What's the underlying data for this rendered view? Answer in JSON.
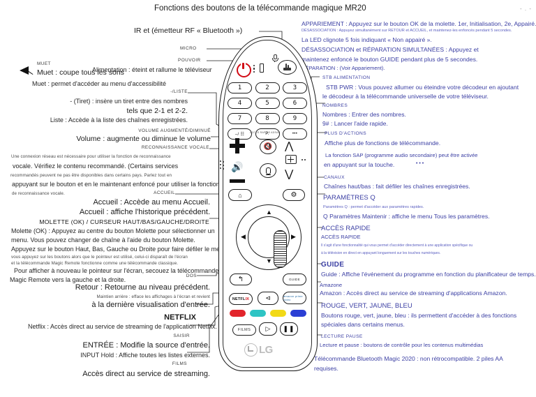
{
  "title": "Fonctions des boutons de la télécommande magique MR20",
  "corner_mark": "- . -",
  "left_column": {
    "ir_label": "IR et (émetteur RF « Bluetooth »)",
    "micro_label": "MICRO",
    "power_label": "POUVOIR",
    "power_desc": "Alimentation : éteint et rallume le téléviseur",
    "mute_cap": "MUET",
    "mute_line1": "Muet : coupe tous les sons",
    "mute_line2": "Muet : permet d'accéder au menu d'accessibilité",
    "dash_cap": "-/LISTE",
    "dash_line1": "- (Tiret) : insère un tiret entre des nombres",
    "dash_line2": "tels que 2-1 et 2-2.",
    "dash_line3": "Liste : Accède à la liste des chaînes enregistrées.",
    "vol_cap": "VOLUME AUGMENTÉ/DIMINUÉ",
    "vol_line": "Volume : augmente ou diminue le volume",
    "voice_cap": "RECONNAISSANCE VOCALE",
    "voice_p1": "Une connexion réseau est nécessaire pour utiliser la fonction de reconnaissance",
    "voice_p2": "vocale. Vérifiez le contenu recommandé. (Certains services",
    "voice_p3": "recommandés peuvent ne pas être disponibles dans certains pays. Parlez tout en",
    "voice_p4": "appuyant sur le bouton et en le maintenant enfoncé pour utiliser la fonction",
    "voice_p5": "de reconnaissance vocale.",
    "home_cap": "ACCUEIL",
    "home_line1": "Accueil : Accède au menu Accueil.",
    "home_line2": "Accueil : affiche l'historique précédent.",
    "wheel_cap": "MOLETTE (OK) / CURSEUR HAUT/BAS/GAUCHE/DROITE",
    "wheel_p1": "Molette (OK) : Appuyez au centre du bouton Molette pour sélectionner un",
    "wheel_p2": "menu. Vous pouvez changer de chaîne à l'aide du bouton Molette.",
    "wheel_p3": "Appuyez sur le bouton Haut, Bas, Gauche ou Droite pour faire défiler le menu. Si",
    "wheel_p4": "vous appuyez sur les boutons alors que le pointeur est utilisé, celui-ci disparaît de l'écran",
    "wheel_p5": "et la télécommande Magic Remote fonctionne comme une télécommande classique.",
    "wheel_p6": "Pour afficher à nouveau le pointeur sur l'écran, secouez la télécommande",
    "wheel_p7": "Magic Remote vers la gauche et la droite.",
    "back_cap": "DOS",
    "back_line1": "Retour : Retourne au niveau précédent.",
    "back_line2": "Maintien arrière : efface les affichages à l'écran et revient",
    "back_line3": "à la dernière visualisation d'entrée.",
    "netflix_cap": "NETFLIX",
    "netflix_line": "Netflix : Accès direct au service de streaming de l'application Netflix.",
    "input_cap": "SAISIR",
    "input_line1": "ENTRÉE : Modifie la source d'entrée.",
    "input_line2": "INPUT Hold : Affiche toutes les listes externes.",
    "films_cap": "FILMS",
    "films_line": "Accès direct au service de streaming."
  },
  "right_column": {
    "pair_line1": "APPARIEMENT : Appuyez sur le bouton OK de la molette. 1er, Initialisation, 2e, Appairé.",
    "pair_line2": "DÉSASSOCIATION : Appuyez simultanément sur RETOUR et ACCUEIL, et maintenez-les enfoncés pendant 5 secondes.",
    "pair_line3": "La LED clignote 5 fois indiquant « Non appairé ».",
    "pair_line4": "DÉSASSOCIATION et RÉPARATION SIMULTANÉES : Appuyez et",
    "pair_line5": "maintenez enfoncé le bouton GUIDE pendant plus de 5 secondes.",
    "pair_line6": "RÉPARATION : (Voir Appariement).",
    "stb_cap": "STB ALIMENTATION",
    "stb_line1": "STB PWR : Vous pouvez allumer ou éteindre votre décodeur en ajoutant",
    "stb_line2": "le décodeur à la télécommande universelle de votre téléviseur.",
    "num_cap": "NOMBRES",
    "num_line1": "Nombres : Entrer des nombres.",
    "num_line2": "9# : Lancer l'aide rapide.",
    "more_cap": "PLUS D'ACTIONS",
    "more_line1": "Affiche plus de fonctions de télécommande.",
    "more_line2": "La fonction SAP (programme audio secondaire) peut être activée",
    "more_line3": "en appuyant sur la touche.",
    "more_dots": "• • •",
    "chan_cap": "CANAUX",
    "chan_line": "Chaînes haut/bas : fait défiler les chaînes enregistrées.",
    "qset_cap": "PARAMÈTRES Q",
    "qset_line1": "Paramètres Q : permet d'accéder aux paramètres rapides.",
    "qset_line2": "Q Paramètres Maintenir : affiche le menu Tous les paramètres.",
    "quick_cap1": "ACCÈS RAPIDE",
    "quick_cap2": "ACCÈS RAPIDE",
    "quick_line1": "Il s'agit d'une fonctionnalité qui vous permet d'accéder directement à une application spécifique ou",
    "quick_line2": "à la télévision en direct en appuyant longuement sur les touches numériques.",
    "guide_cap": "GUIDE",
    "guide_line": "Guide : Affiche l'événement du programme en fonction du planificateur de temps.",
    "amazon_cap": "Amazone",
    "amazon_line": "Amazon : Accès direct au service de streaming d'applications Amazon.",
    "color_cap": "ROUGE, VERT, JAUNE, BLEU",
    "color_line1": "Boutons rouge, vert, jaune, bleu : ils permettent d'accéder à des fonctions",
    "color_line2": "spéciales dans certains menus.",
    "play_cap": "LECTURE PAUSE",
    "play_line": "Lecture et pause : boutons de contrôle pour les contenus multimédias",
    "footer_line1": "Télécommande Bluetooth Magic 2020 : non rétrocompatible. 2 piles AA",
    "footer_line2": "requises."
  },
  "remote": {
    "keys": [
      [
        "1",
        "2",
        "3"
      ],
      [
        "4",
        "5",
        "6"
      ],
      [
        "7",
        "8",
        "9"
      ],
      [
        "–/ ☷",
        "P.",
        "•••"
      ]
    ],
    "adsap": "ACCÈS RAPIDE ADSAP",
    "home_glyph": "⌂",
    "settings_glyph": "⚙",
    "back_glyph": "↰",
    "guide_label": "GUIDE",
    "netflix_pre": "NETFL",
    "netflix_accent": "IX",
    "input_glyph": "⊲",
    "amazon_label": "amazon prime video",
    "films_label": "FILMS",
    "play_glyph": "▷",
    "pause_glyph": "❚❚",
    "mute_glyph": "🔇",
    "chan_up_glyph": "⋀",
    "chan_dn_glyph": "⋁",
    "lg_text": "LG",
    "color_buttons": [
      {
        "name": "red",
        "hex": "#e2252b"
      },
      {
        "name": "green",
        "hex": "#2ec4c4"
      },
      {
        "name": "yellow",
        "hex": "#f2d916"
      },
      {
        "name": "blue",
        "hex": "#2b3fd4"
      }
    ]
  },
  "colors": {
    "ink": "#1a1a1a",
    "blue_ink": "#3b3fa3",
    "power_red": "#d10a14",
    "background": "#ffffff"
  }
}
